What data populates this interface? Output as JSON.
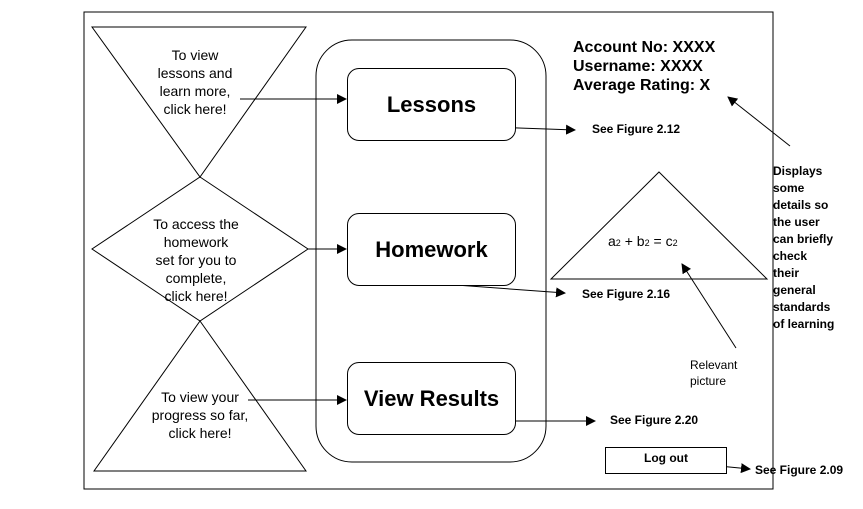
{
  "left_shapes": {
    "lessons_hint": "To view\nlessons and\nlearn more,\nclick here!",
    "homework_hint": "To access the\nhomework\nset for you to\ncomplete,\nclick here!",
    "results_hint": "To view your\nprogress so far,\nclick here!"
  },
  "menu": {
    "lessons_label": "Lessons",
    "homework_label": "Homework",
    "results_label": "View Results"
  },
  "figure_refs": {
    "lessons": "See Figure 2.12",
    "homework": "See Figure 2.16",
    "results": "See Figure 2.20",
    "logout": "See Figure 2.09"
  },
  "account": {
    "account_no": "Account No: XXXX",
    "username": "Username: XXXX",
    "average_rating": "Average Rating: X"
  },
  "annotations": {
    "details_note": "Displays\nsome\ndetails so\nthe user\ncan briefly\ncheck\ntheir\ngeneral\nstandards\nof learning",
    "picture_note": "Relevant\npicture"
  },
  "formula": {
    "a": "a",
    "b": "b",
    "c": "c",
    "exp": "2",
    "plus": " + ",
    "equals": " = "
  },
  "logout_label": "Log out"
}
